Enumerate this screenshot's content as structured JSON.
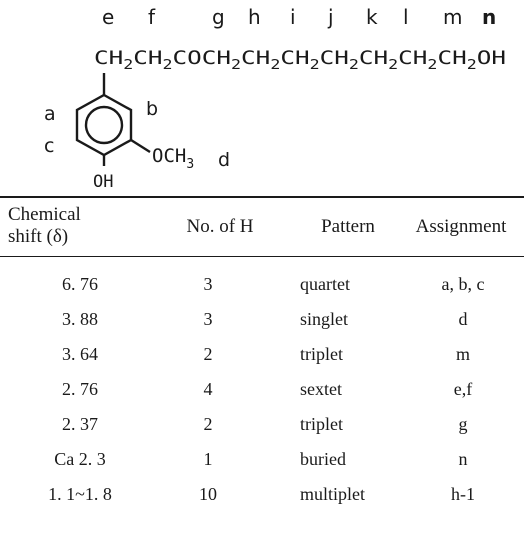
{
  "structure": {
    "position_labels": [
      "e",
      "f",
      "g",
      "h",
      "i",
      "j",
      "k",
      "l",
      "m",
      "n"
    ],
    "chain": {
      "seg1": "CH",
      "seg2": "CH",
      "seg3": "COCH",
      "seg4": "CH",
      "seg5": "CH",
      "seg6": "CH",
      "seg7": "CH",
      "seg8": "CH",
      "seg9": "CH",
      "seg10": "OH",
      "subscript": "2"
    },
    "ring_labels": {
      "a": "a",
      "b": "b",
      "c": "c",
      "d": "d"
    },
    "methoxy": {
      "base": "OCH",
      "subscript": "3"
    },
    "hydroxyl": "OH"
  },
  "table": {
    "headers": {
      "shift_line1": "Chemical",
      "shift_line2": "shift (δ)",
      "no_of_h": "No. of H",
      "pattern": "Pattern",
      "assignment": "Assignment"
    },
    "rows": [
      {
        "shift": "6. 76",
        "no_of_h": "3",
        "pattern": "quartet",
        "assignment": "a, b, c"
      },
      {
        "shift": "3. 88",
        "no_of_h": "3",
        "pattern": "singlet",
        "assignment": "d"
      },
      {
        "shift": "3. 64",
        "no_of_h": "2",
        "pattern": "triplet",
        "assignment": "m"
      },
      {
        "shift": "2. 76",
        "no_of_h": "4",
        "pattern": "sextet",
        "assignment": "e,f"
      },
      {
        "shift": "2. 37",
        "no_of_h": "2",
        "pattern": "triplet",
        "assignment": "g"
      },
      {
        "shift": "Ca  2. 3",
        "no_of_h": "1",
        "pattern": "buried",
        "assignment": "n"
      },
      {
        "shift": "1. 1~1. 8",
        "no_of_h": "10",
        "pattern": "multiplet",
        "assignment": "h-1"
      }
    ]
  }
}
